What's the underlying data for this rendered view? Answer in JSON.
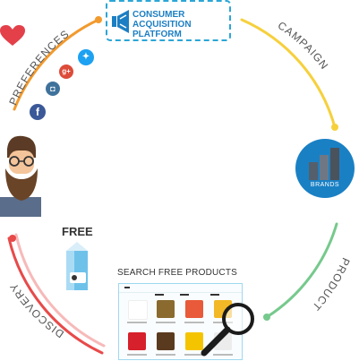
{
  "header": {
    "platform_title_line1": "CONSUMER",
    "platform_title_line2": "ACQUISITION",
    "platform_title_line3": "PLATFORM"
  },
  "cycle": {
    "preferences": "PREFERENCES",
    "campaign": "CAMPAIGN",
    "product": "PRODUCT",
    "discovery": "DISCOVERY"
  },
  "brands": {
    "label": "BRANDS"
  },
  "free": {
    "label": "FREE"
  },
  "search": {
    "label": "SEARCH FREE PRODUCTS"
  },
  "colors": {
    "orange": "#f29a2e",
    "yellow": "#f6d03c",
    "green": "#76c98c",
    "red": "#e84a4a",
    "blue": "#1a80c4",
    "heart": "#e3404a"
  },
  "icons": [
    "heart-icon",
    "facebook-icon",
    "instagram-icon",
    "google-plus-icon",
    "twitter-icon",
    "megaphone-icon",
    "brands-chart-icon",
    "avatar-icon",
    "milk-carton-icon",
    "magnifier-icon"
  ]
}
